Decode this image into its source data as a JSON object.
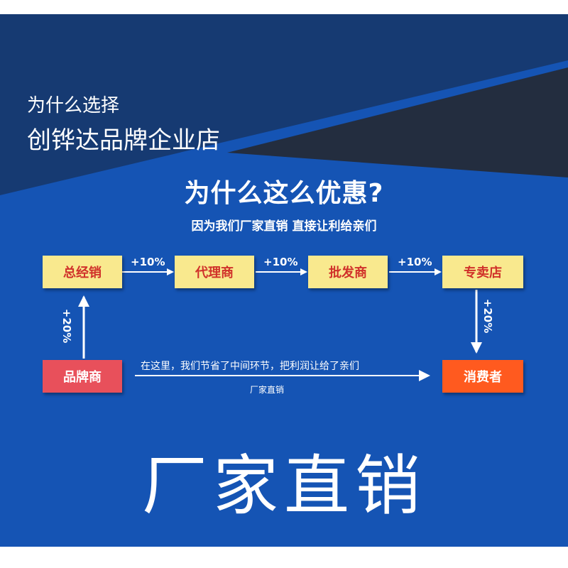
{
  "header": {
    "line1": "为什么选择",
    "line2": "创铧达品牌企业店"
  },
  "headline": {
    "question": "为什么这么优惠?",
    "subtitle": "因为我们厂家直销  直接让利给亲们"
  },
  "flow": {
    "nodes": [
      "总经销",
      "代理商",
      "批发商",
      "专卖店"
    ],
    "markups": [
      "+10%",
      "+10%",
      "+10%"
    ],
    "brand": "品牌商",
    "consumer": "消费者",
    "brand_markup": "+20%",
    "store_markup": "+20%",
    "direct_note": "在这里，我们节省了中间环节，把利润让给了亲们",
    "direct_label": "厂家直销"
  },
  "footer": {
    "big_text": "厂家直销"
  },
  "colors": {
    "background_blue": "#1554b4",
    "top_navy": "#163a72",
    "yellow_box": "#f9e98e",
    "red_text": "#d0312a",
    "brand_box": "#e8505b",
    "consumer_box": "#ff5a1f"
  }
}
